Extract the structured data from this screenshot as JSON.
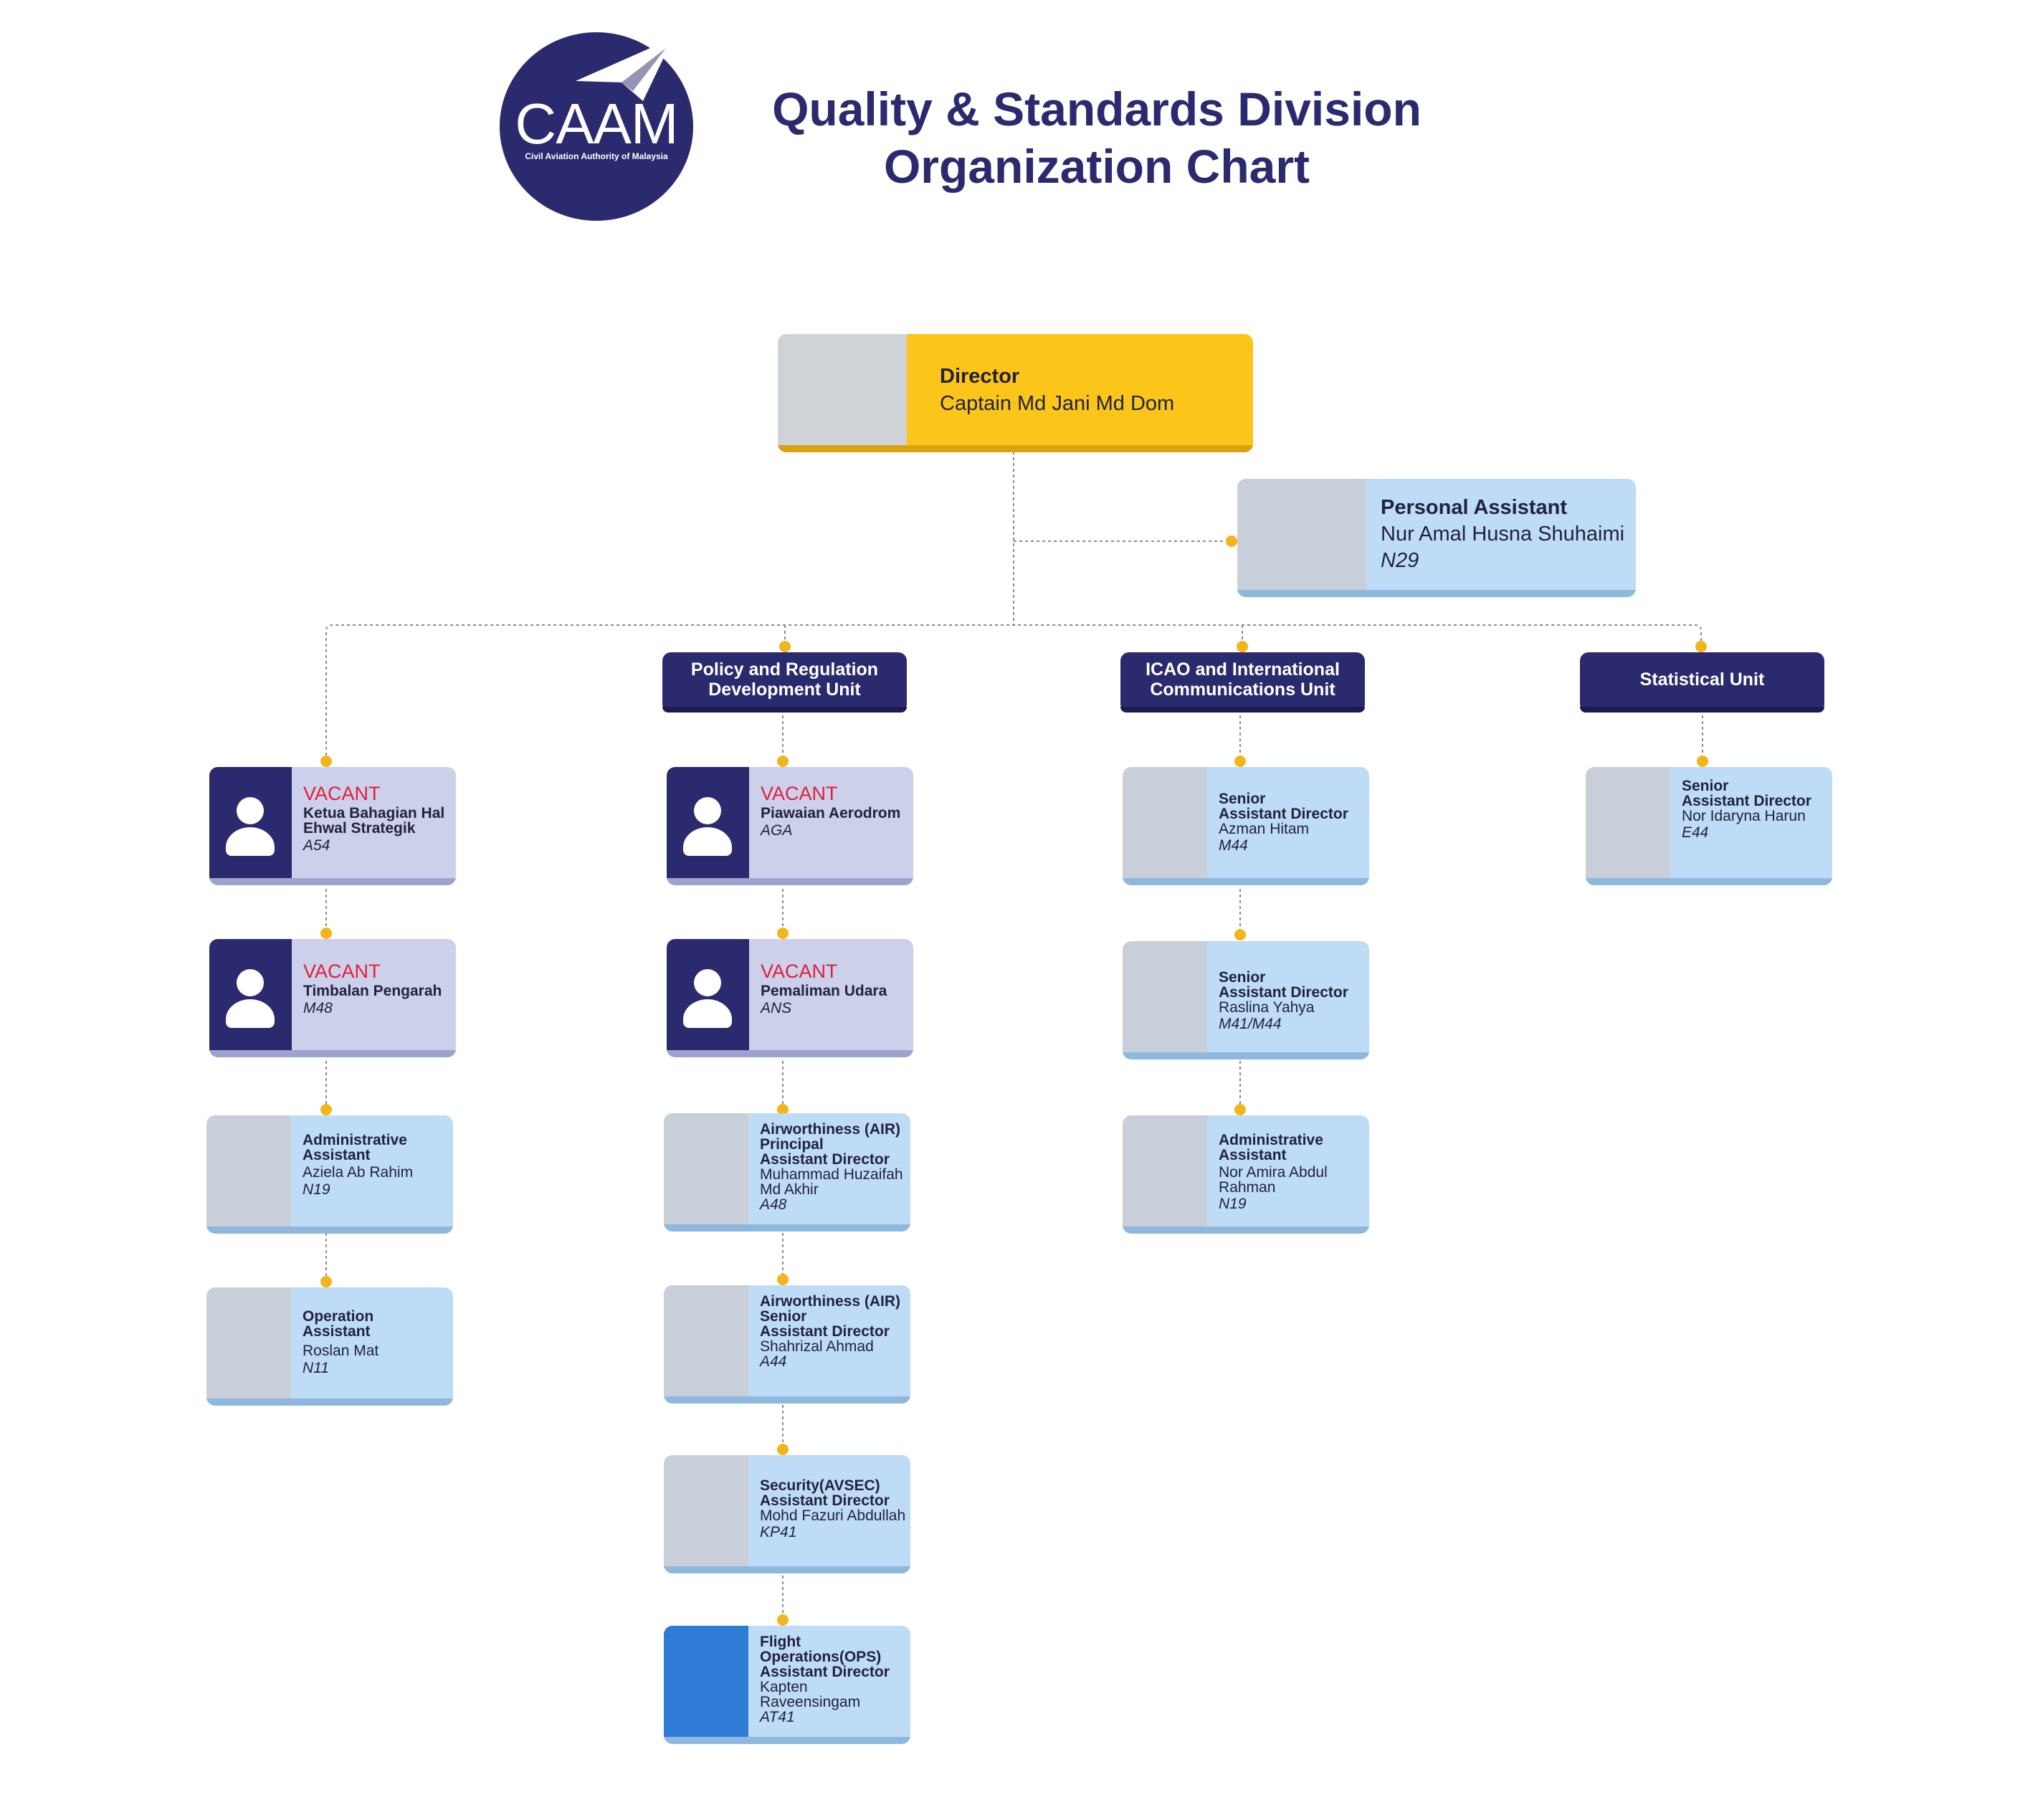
{
  "logo": {
    "text": "CAAM",
    "subtitle": "Civil Aviation Authority of Malaysia"
  },
  "title": {
    "line1": "Quality & Standards Division",
    "line2": "Organization Chart"
  },
  "director": {
    "role": "Director",
    "name": "Captain Md Jani Md Dom"
  },
  "pa": {
    "role": "Personal Assistant",
    "name": "Nur Amal Husna Shuhaimi",
    "grade": "N29"
  },
  "units": {
    "policy": {
      "line1": "Policy and Regulation",
      "line2": "Development Unit"
    },
    "icao": {
      "line1": "ICAO and International",
      "line2": "Communications Unit"
    },
    "stat": {
      "line1": "Statistical Unit"
    }
  },
  "left": [
    {
      "vacant": "VACANT",
      "role1": "Ketua Bahagian Hal",
      "role2": "Ehwal Strategik",
      "grade": "A54"
    },
    {
      "vacant": "VACANT",
      "role1": "Timbalan Pengarah",
      "grade": "M48"
    },
    {
      "role1": "Administrative",
      "role2": "Assistant",
      "name": "Aziela Ab Rahim",
      "grade": "N19"
    },
    {
      "role1": "Operation",
      "role2": "Assistant",
      "name": "Roslan Mat",
      "grade": "N11"
    }
  ],
  "policy": [
    {
      "vacant": "VACANT",
      "role1": "Piawaian Aerodrom",
      "grade": "AGA"
    },
    {
      "vacant": "VACANT",
      "role1": "Pemaliman Udara",
      "grade": "ANS"
    },
    {
      "role1": "Airworthiness (AIR)",
      "role2": "Principal",
      "role3": "Assistant Director",
      "name1": "Muhammad Huzaifah",
      "name2": "Md Akhir",
      "grade": "A48"
    },
    {
      "role1": "Airworthiness (AIR)",
      "role2": "Senior",
      "role3": "Assistant Director",
      "name1": "Shahrizal Ahmad",
      "grade": "A44"
    },
    {
      "role1": "Security(AVSEC)",
      "role2": "Assistant Director",
      "name1": "Mohd Fazuri Abdullah",
      "grade": "KP41"
    },
    {
      "role1": "Flight",
      "role2": "Operations(OPS)",
      "role3": "Assistant Director",
      "name1": "Kapten",
      "name2": "Raveensingam",
      "grade": "AT41"
    }
  ],
  "icao": [
    {
      "role1": "Senior",
      "role2": "Assistant Director",
      "name1": "Azman Hitam",
      "grade": "M44"
    },
    {
      "role1": "Senior",
      "role2": "Assistant Director",
      "name1": "Raslina Yahya",
      "grade": "M41/M44"
    },
    {
      "role1": "Administrative",
      "role2": "Assistant",
      "name1": "Nor Amira Abdul",
      "name2": "Rahman",
      "grade": "N19"
    }
  ],
  "stat": [
    {
      "role1": "Senior",
      "role2": "Assistant Director",
      "name1": "Nor Idaryna Harun",
      "grade": "E44"
    }
  ],
  "colors": {
    "navy": "#2b2a6e",
    "gold": "#fbc51a",
    "light_blue": "#bedcf5",
    "lavender": "#cdd0ea",
    "vacant_red": "#e0203a",
    "dot": "#f2b51b"
  }
}
